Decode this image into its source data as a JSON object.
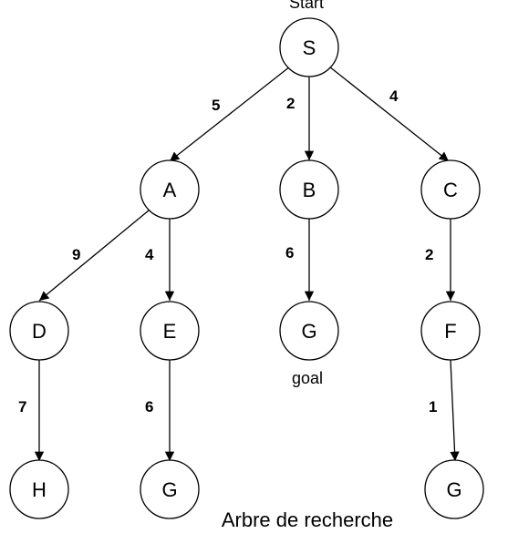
{
  "start_label": "Start",
  "goal_label": "goal",
  "caption": "Arbre de recherche",
  "nodes": {
    "S": "S",
    "A": "A",
    "B": "B",
    "C": "C",
    "D": "D",
    "E": "E",
    "G1": "G",
    "F": "F",
    "H": "H",
    "G2": "G",
    "G3": "G"
  },
  "edges": [
    {
      "from": "S",
      "to": "A",
      "weight": "5"
    },
    {
      "from": "S",
      "to": "B",
      "weight": "2"
    },
    {
      "from": "S",
      "to": "C",
      "weight": "4"
    },
    {
      "from": "A",
      "to": "D",
      "weight": "9"
    },
    {
      "from": "A",
      "to": "E",
      "weight": "4"
    },
    {
      "from": "B",
      "to": "G1",
      "weight": "6"
    },
    {
      "from": "C",
      "to": "F",
      "weight": "2"
    },
    {
      "from": "D",
      "to": "H",
      "weight": "7"
    },
    {
      "from": "E",
      "to": "G2",
      "weight": "6"
    },
    {
      "from": "F",
      "to": "G3",
      "weight": "1"
    }
  ]
}
